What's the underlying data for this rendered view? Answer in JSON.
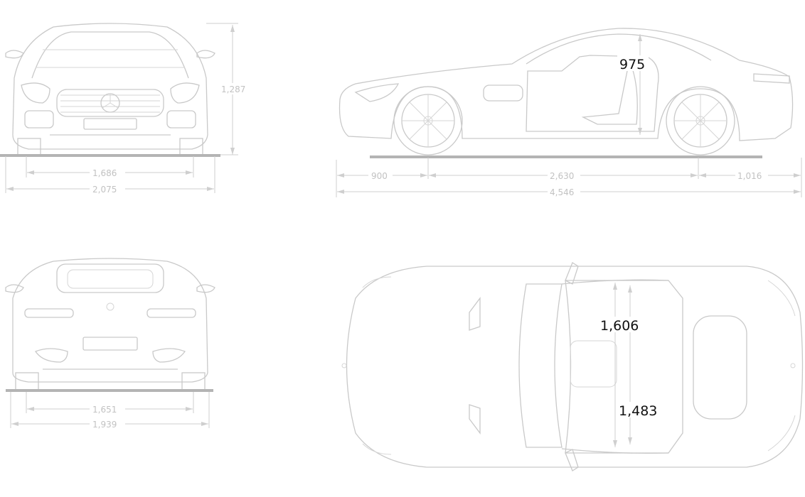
{
  "front_view": {
    "track_width": "1,686",
    "overall_width": "2,075",
    "height": "1,287"
  },
  "side_view": {
    "front_overhang": "900",
    "wheelbase": "2,630",
    "rear_overhang": "1,016",
    "overall_length": "4,546",
    "headroom": "975"
  },
  "rear_view": {
    "track_width": "1,651",
    "overall_width": "1,939"
  },
  "top_view": {
    "interior_width_front": "1,606",
    "interior_width_rear": "1,483"
  },
  "colors": {
    "line": "#c9c9c9",
    "ground": "#b4b4b4",
    "label": "#c2c2c2",
    "callout": "#111111"
  }
}
